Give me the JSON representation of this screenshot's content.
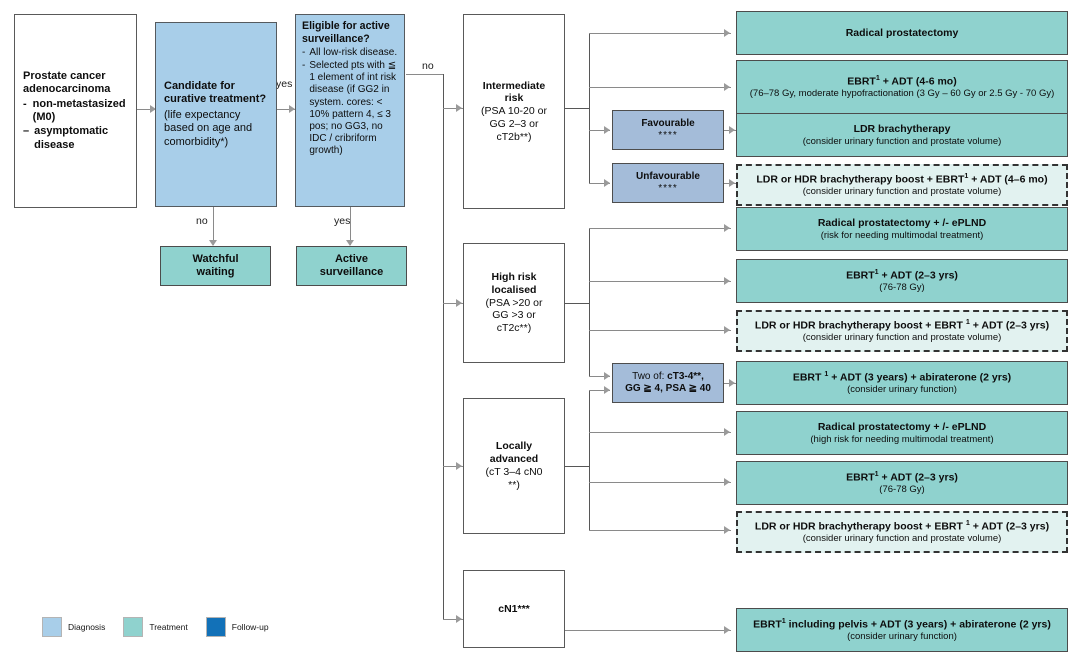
{
  "legend": {
    "items": [
      {
        "label": "Diagnosis",
        "color": "#a8cee9"
      },
      {
        "label": "Treatment",
        "color": "#8fd2ce"
      },
      {
        "label": "Follow-up",
        "color": "#1271b8"
      }
    ]
  },
  "edge_labels": {
    "yes_curative": "yes",
    "no_curative": "no",
    "yes_as": "yes",
    "no_as": "no"
  },
  "nodes": {
    "start": {
      "title_line1": "Prostate cancer",
      "title_line2": "adenocarcinoma",
      "bullet1_mark": "-",
      "bullet1_text": "non-metastasized (M0)",
      "bullet2_mark": "–",
      "bullet2_text": "asymptomatic disease"
    },
    "curative": {
      "title": "Candidate for curative treatment?",
      "sub": "(life expectancy based on age and comorbidity*)"
    },
    "eligible_as": {
      "title": "Eligible for active surveillance?",
      "b1_mark": "-",
      "b1_text": "All low-risk disease.",
      "b2_mark": "-",
      "b2_text": "Selected pts with ≦ 1 element of int risk disease (if GG2 in system. cores: < 10% pattern 4, ≤ 3 pos; no GG3, no IDC / cribriform growth)"
    },
    "watchful": {
      "line1": "Watchful",
      "line2": "waiting"
    },
    "active_surv": {
      "line1": "Active",
      "line2": "surveillance"
    },
    "intermediate": {
      "t1": "Intermediate",
      "t2": "risk",
      "s1": "(PSA 10-20 or",
      "s2": "GG 2–3 or",
      "s3": "cT2b**)"
    },
    "high_risk": {
      "t1": "High risk",
      "t2": "localised",
      "s1": "(PSA >20 or",
      "s2": "GG >3 or",
      "s3": "cT2c**)"
    },
    "locally_adv": {
      "t1": "Locally",
      "t2": "advanced",
      "s1": "(cT 3–4 cN0",
      "s2": "**)"
    },
    "cn1": {
      "title": "cN1***"
    },
    "favourable": {
      "label": "Favourable",
      "stars": "****"
    },
    "unfavourable": {
      "label": "Unfavourable",
      "stars": "****"
    },
    "two_of": {
      "line1_pre": "Two of: ",
      "line1_bold": "cT3-4**,",
      "line2": "GG ≧ 4, PSA ≧ 40"
    }
  },
  "treatments": {
    "int_rp": {
      "title": "Radical prostatectomy",
      "sub": ""
    },
    "int_ebrt": {
      "title_pre": "EBRT",
      "title_sup": "1",
      "title_post": " + ADT (4-6 mo)",
      "sub": "(76–78 Gy, moderate hypofractionation (3 Gy – 60 Gy or 2.5 Gy - 70 Gy)"
    },
    "int_ldr": {
      "title": "LDR brachytherapy",
      "sub": "(consider urinary function and prostate volume)"
    },
    "int_boost": {
      "title_pre": "LDR or HDR brachytherapy boost + EBRT",
      "title_sup": "1",
      "title_post": " + ADT (4–6 mo)",
      "sub": "(consider urinary function and prostate volume)"
    },
    "hr_rp": {
      "title": "Radical prostatectomy + /- ePLND",
      "sub": "(risk for needing multimodal treatment)"
    },
    "hr_ebrt": {
      "title_pre": "EBRT",
      "title_sup": "1",
      "title_post": " + ADT (2–3 yrs)",
      "sub": "(76-78 Gy)"
    },
    "hr_boost": {
      "title_pre": "LDR or HDR brachytherapy boost + EBRT ",
      "title_sup": "1",
      "title_post": " + ADT (2–3 yrs)",
      "sub": "(consider urinary function and prostate volume)"
    },
    "hr_abi": {
      "title_pre": "EBRT ",
      "title_sup": "1",
      "title_post": " + ADT (3 years) + abiraterone (2 yrs)",
      "sub": "(consider urinary function)"
    },
    "la_rp": {
      "title": "Radical prostatectomy + /- ePLND",
      "sub": "(high risk for needing multimodal treatment)"
    },
    "la_ebrt": {
      "title_pre": "EBRT",
      "title_sup": "1",
      "title_post": " + ADT (2–3 yrs)",
      "sub": "(76-78 Gy)"
    },
    "la_boost": {
      "title_pre": "LDR or HDR brachytherapy boost + EBRT ",
      "title_sup": "1",
      "title_post": " + ADT (2–3 yrs)",
      "sub": "(consider urinary function and prostate volume)"
    },
    "cn1_ebrt": {
      "title_pre": "EBRT",
      "title_sup": "1",
      "title_post": " including pelvis + ADT (3 years) + abiraterone (2 yrs)",
      "sub": "(consider urinary function)"
    }
  }
}
